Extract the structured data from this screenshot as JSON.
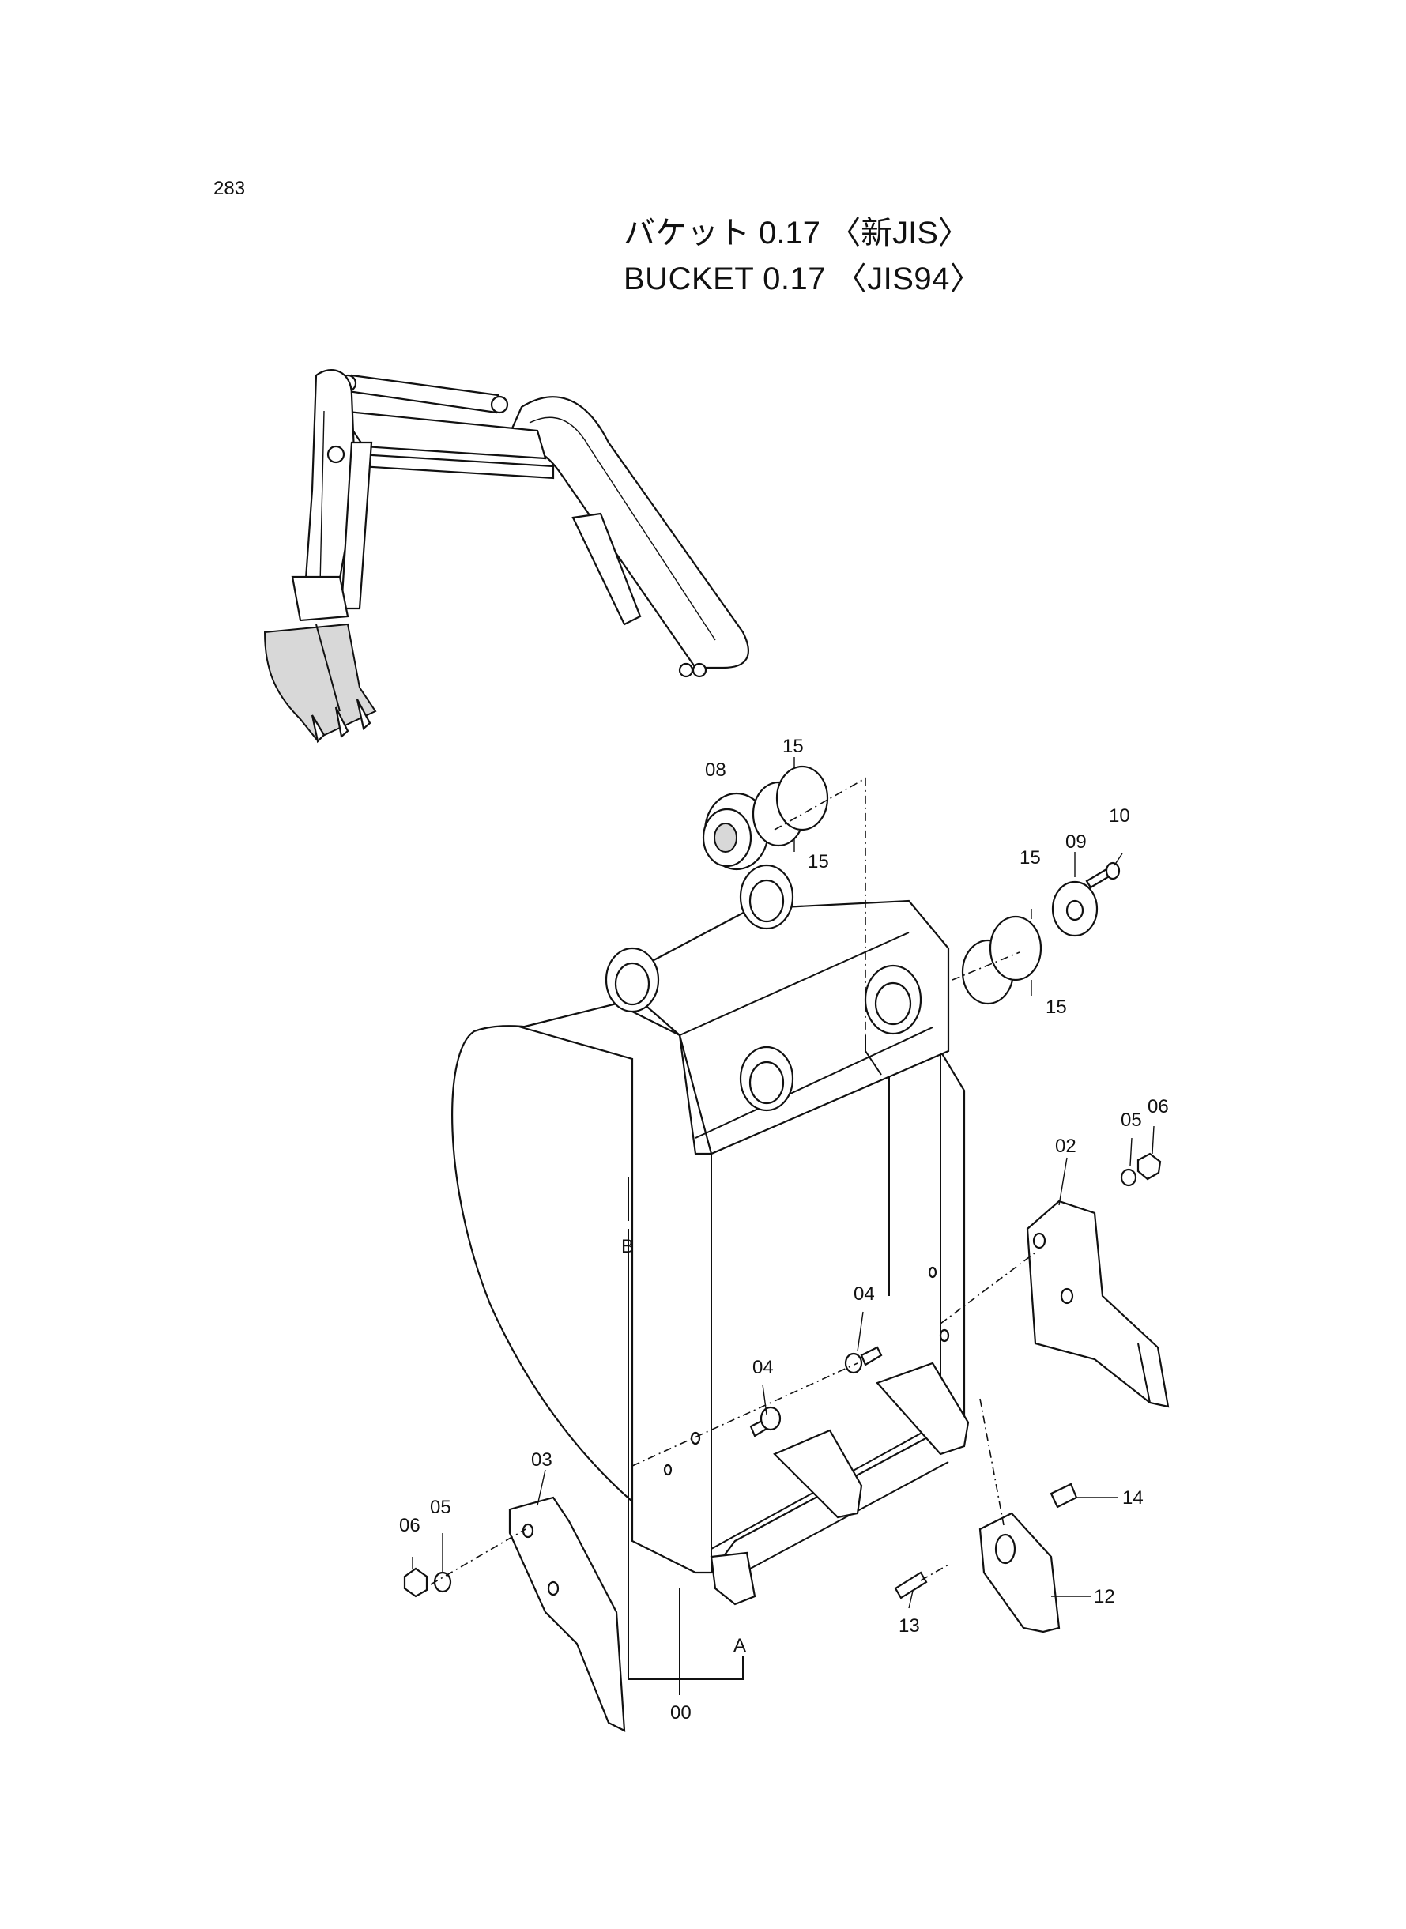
{
  "page_number": "283",
  "title_jp": "バケット 0.17 〈新JIS〉",
  "title_en": "BUCKET  0.17 〈JIS94〉",
  "callouts": {
    "c15a": "15",
    "c15b": "15",
    "c15c": "15",
    "c15d": "15",
    "c08": "08",
    "c09": "09",
    "c10": "10",
    "c02": "02",
    "c05a": "05",
    "c06a": "06",
    "c04a": "04",
    "c04b": "04",
    "c03": "03",
    "c05b": "05",
    "c06b": "06",
    "c14": "14",
    "c12": "12",
    "c13": "13",
    "c00": "00",
    "cA": "A",
    "cB": "B"
  }
}
